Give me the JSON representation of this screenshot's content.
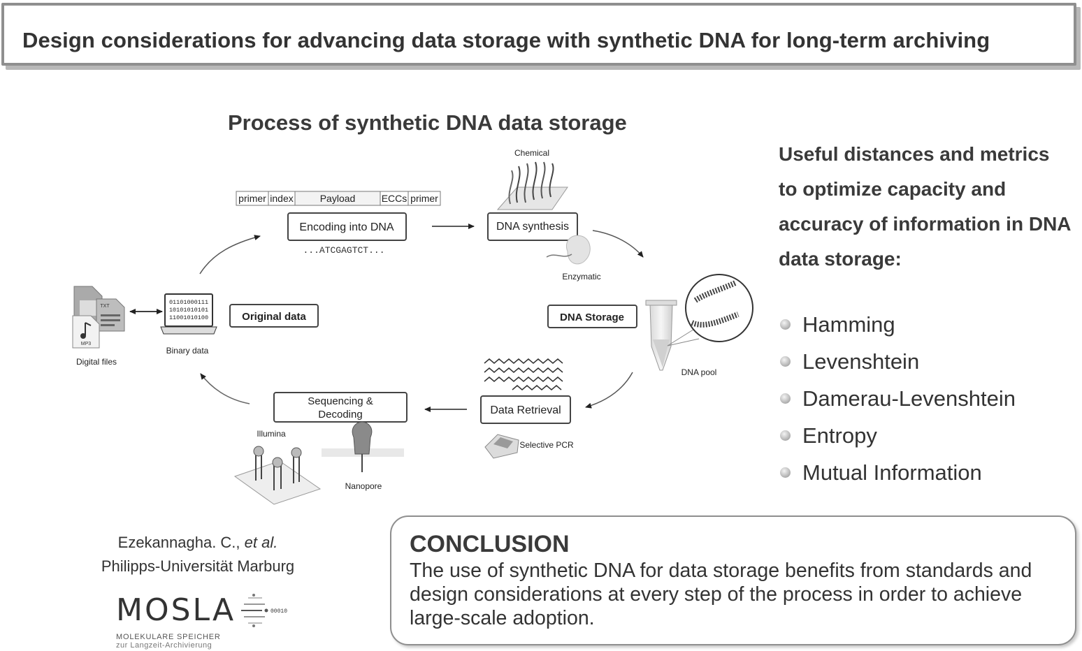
{
  "title": "Design considerations for advancing data storage with synthetic DNA for long-term archiving",
  "process": {
    "heading": "Process of synthetic DNA data storage",
    "strand_segments": [
      "primer",
      "index",
      "Payload",
      "ECCs",
      "primer"
    ],
    "encoding_label": "Encoding into DNA",
    "sequence_text": "...ATCGAGTCT...",
    "synthesis_label": "DNA synthesis",
    "chemical_label": "Chemical",
    "enzymatic_label": "Enzymatic",
    "storage_label": "DNA Storage",
    "pool_label": "DNA pool",
    "retrieval_label": "Data Retrieval",
    "pcr_label": "Selective PCR",
    "sequencing_label_line1": "Sequencing &",
    "sequencing_label_line2": "Decoding",
    "illumina_label": "Illumina",
    "nanopore_label": "Nanopore",
    "original_label": "Original data",
    "binary_label": "Binary data",
    "binary_rows": [
      "01101000111",
      "10101010101",
      "11001010100"
    ],
    "files_label": "Digital files",
    "file_tags": [
      "TXT",
      "MP3"
    ]
  },
  "metrics": {
    "heading": "Useful distances and metrics to optimize capacity and accuracy of information in DNA data storage:",
    "items": [
      "Hamming",
      "Levenshtein",
      "Damerau-Levenshtein",
      "Entropy",
      "Mutual Information"
    ]
  },
  "author": {
    "name": "Ezekannagha. C., ",
    "etal": "et al.",
    "affiliation": "Philipps-Universität Marburg"
  },
  "logo": {
    "word": "MOSLA",
    "binary": "00010",
    "sub1": "MOLEKULARE SPEICHER",
    "sub2": "zur Langzeit-Archivierung"
  },
  "conclusion": {
    "heading": "CONCLUSION",
    "text": "The use of synthetic DNA for data storage benefits from standards and design considerations at every step of the process in order to achieve large-scale adoption."
  }
}
